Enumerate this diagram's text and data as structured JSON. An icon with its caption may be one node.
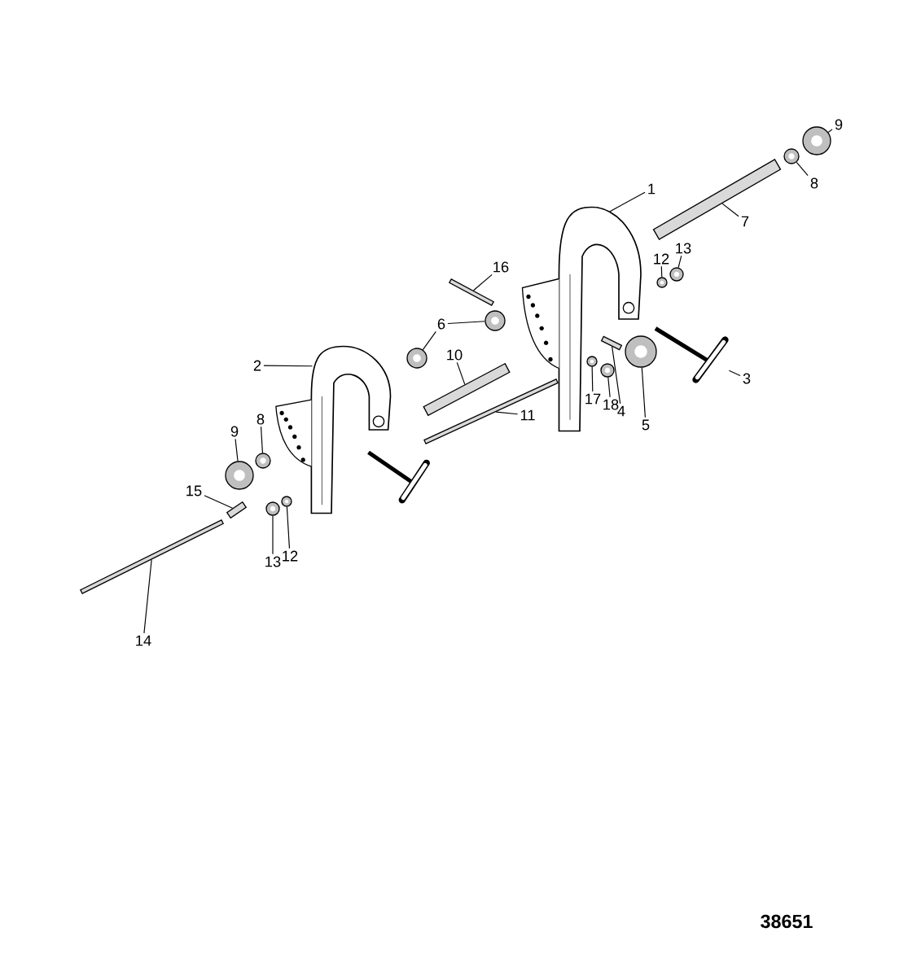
{
  "diagram": {
    "nodes": [
      {
        "text": [
          "1"
        ]
      },
      {
        "text": [],
        "shape": "picture"
      },
      {
        "text": [
          "2"
        ]
      },
      {
        "text": [],
        "shape": "picture"
      },
      {
        "text": [
          "3"
        ]
      },
      {
        "text": [],
        "shape": "picture"
      },
      {
        "text": [
          "4"
        ]
      },
      {
        "text": [],
        "shape": "bar"
      },
      {
        "text": [
          "5"
        ]
      },
      {
        "text": [],
        "shape": "circle"
      },
      {
        "text": [
          "6"
        ]
      },
      {
        "text": [],
        "shape": "circle"
      },
      {
        "text": [],
        "shape": "circle"
      },
      {
        "text": [
          "7"
        ]
      },
      {
        "text": [],
        "shape": "bar"
      },
      {
        "text": [
          "8"
        ]
      },
      {
        "text": [],
        "shape": "circle"
      },
      {
        "text": [
          "9"
        ]
      },
      {
        "text": [],
        "shape": "circle"
      },
      {
        "text": [
          "10"
        ]
      },
      {
        "text": [],
        "shape": "bar"
      },
      {
        "text": [
          "11"
        ]
      },
      {
        "text": [],
        "shape": "bar"
      },
      {
        "text": [
          "12"
        ]
      },
      {
        "text": [],
        "shape": "circle"
      },
      {
        "text": [
          "13"
        ]
      },
      {
        "text": [],
        "shape": "circle"
      },
      {
        "text": [
          "16"
        ]
      },
      {
        "text": [],
        "shape": "bar"
      },
      {
        "text": [
          "17"
        ]
      },
      {
        "text": [],
        "shape": "circle"
      },
      {
        "text": [
          "18"
        ]
      },
      {
        "text": [],
        "shape": "circle"
      },
      {
        "text": [
          "8"
        ]
      },
      {
        "text": [],
        "shape": "circle"
      },
      {
        "text": [
          "9"
        ]
      },
      {
        "text": [],
        "shape": "circle"
      },
      {
        "text": [
          "15"
        ]
      },
      {
        "text": [],
        "shape": "bar"
      },
      {
        "text": [
          "13"
        ]
      },
      {
        "text": [],
        "shape": "circle"
      },
      {
        "text": [
          "12"
        ]
      },
      {
        "text": [],
        "shape": "circle"
      },
      {
        "text": [
          "14"
        ]
      },
      {
        "text": [],
        "shape": "bar"
      }
    ],
    "edges": [
      {
        "from": 0,
        "to": 1,
        "arrow": "none"
      },
      {
        "from": 2,
        "to": 3,
        "arrow": "none"
      },
      {
        "from": 4,
        "to": 5,
        "arrow": "none"
      },
      {
        "from": 6,
        "to": 7,
        "arrow": "none"
      },
      {
        "from": 8,
        "to": 9,
        "arrow": "none"
      },
      {
        "from": 10,
        "to": 11,
        "arrow": "none"
      },
      {
        "from": 10,
        "to": 12,
        "arrow": "none"
      },
      {
        "from": 13,
        "to": 14,
        "arrow": "none"
      },
      {
        "from": 15,
        "to": 16,
        "arrow": "none"
      },
      {
        "from": 17,
        "to": 18,
        "arrow": "none"
      },
      {
        "from": 19,
        "to": 20,
        "arrow": "none"
      },
      {
        "from": 21,
        "to": 22,
        "arrow": "none"
      },
      {
        "from": 23,
        "to": 24,
        "arrow": "none"
      },
      {
        "from": 25,
        "to": 26,
        "arrow": "none"
      },
      {
        "from": 27,
        "to": 28,
        "arrow": "none"
      },
      {
        "from": 29,
        "to": 30,
        "arrow": "none"
      },
      {
        "from": 31,
        "to": 32,
        "arrow": "none"
      },
      {
        "from": 33,
        "to": 34,
        "arrow": "none"
      },
      {
        "from": 35,
        "to": 36,
        "arrow": "none"
      },
      {
        "from": 37,
        "to": 38,
        "arrow": "none"
      },
      {
        "from": 39,
        "to": 40,
        "arrow": "none"
      },
      {
        "from": 41,
        "to": 42,
        "arrow": "none"
      },
      {
        "from": 43,
        "to": 44,
        "arrow": "none"
      }
    ],
    "labels": [
      "38651"
    ]
  }
}
